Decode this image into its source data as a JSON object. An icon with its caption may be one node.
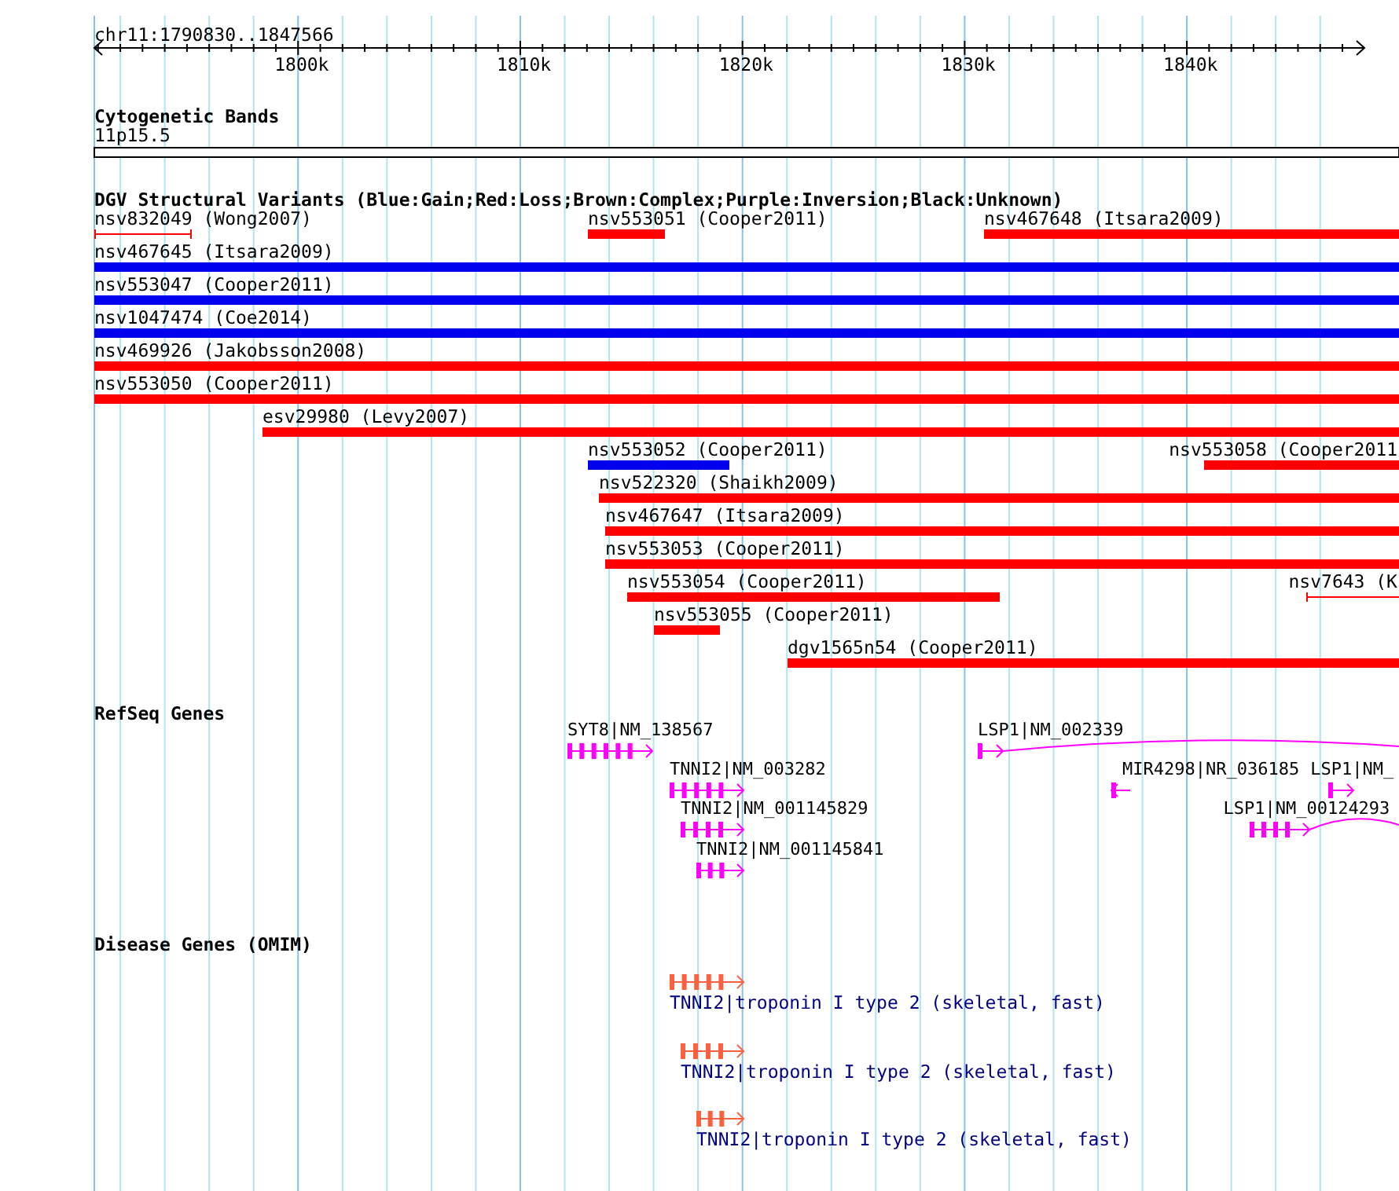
{
  "diagram": {
    "title": "chr11:1790830..1847566",
    "labels": [
      "1800k",
      "1810k",
      "1820k",
      "1830k",
      "1840k",
      "Cytogenetic Bands",
      "11p15.5",
      "DGV Structural Variants (Blue:Gain;Red:Loss;Brown:Complex;Purple:Inversion;Black:Unknown)",
      "nsv832049 (Wong2007)",
      "nsv553051 (Cooper2011)",
      "nsv467648 (Itsara2009)",
      "nsv467645 (Itsara2009)",
      "nsv553047 (Cooper2011)",
      "nsv1047474 (Coe2014)",
      "nsv469926 (Jakobsson2008)",
      "nsv553050 (Cooper2011)",
      "esv29980 (Levy2007)",
      "nsv553052 (Cooper2011)",
      "nsv553058 (Cooper2011",
      "nsv522320 (Shaikh2009)",
      "nsv467647 (Itsara2009)",
      "nsv553053 (Cooper2011)",
      "nsv553054 (Cooper2011)",
      "nsv7643 (K",
      "nsv553055 (Cooper2011)",
      "dgv1565n54 (Cooper2011)",
      "RefSeq Genes",
      "SYT8|NM_138567",
      "LSP1|NM_002339",
      "TNNI2|NM_003282",
      "MIR4298|NR_036185",
      "LSP1|NM_",
      "TNNI2|NM_001145829",
      "LSP1|NM_00124293",
      "TNNI2|NM_001145841",
      "Disease Genes (OMIM)",
      "TNNI2|troponin I type 2 (skeletal, fast)",
      "TNNI2|troponin I type 2 (skeletal, fast)",
      "TNNI2|troponin I type 2 (skeletal, fast)"
    ]
  }
}
